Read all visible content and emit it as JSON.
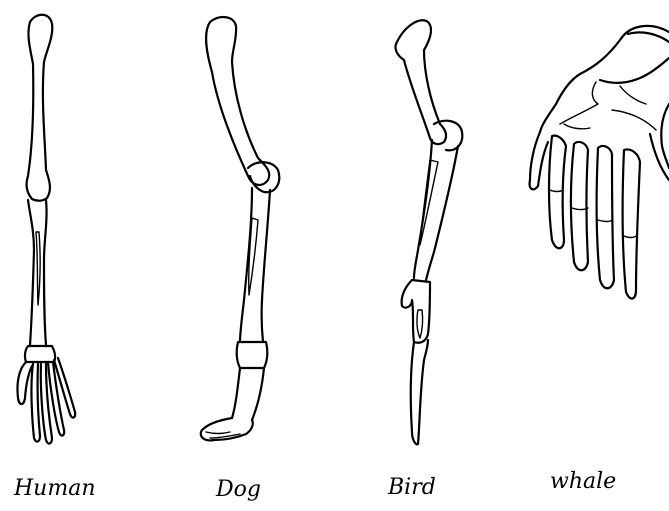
{
  "diagram": {
    "limbs": [
      {
        "id": "human",
        "label": "Human"
      },
      {
        "id": "dog",
        "label": "Dog"
      },
      {
        "id": "bird",
        "label": "Bird"
      },
      {
        "id": "whale",
        "label": "whale"
      }
    ]
  }
}
